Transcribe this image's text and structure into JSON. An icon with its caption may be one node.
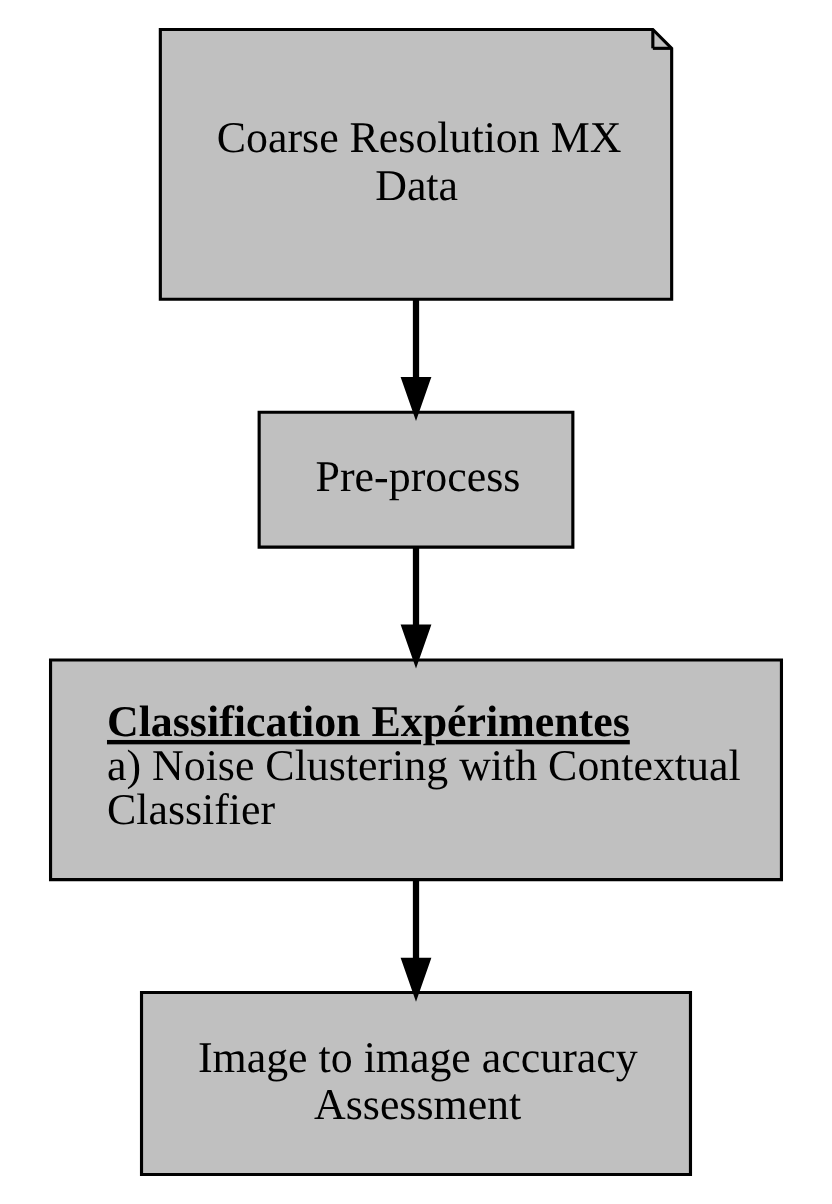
{
  "diagram": {
    "nodes": [
      {
        "text": [
          "Coarse Resolution MX Data"
        ]
      },
      {
        "text": [
          "Pre-process"
        ]
      },
      {
        "text": [
          "Classification Expérimentes",
          "a) Noise Clustering with Contextual Classifier"
        ]
      },
      {
        "text": [
          "Image to image accuracy Assessment"
        ]
      }
    ],
    "edges": [
      {
        "from": 0,
        "to": 1,
        "arrow": "to"
      },
      {
        "from": 1,
        "to": 2,
        "arrow": "to"
      },
      {
        "from": 2,
        "to": 3,
        "arrow": "to"
      }
    ]
  }
}
